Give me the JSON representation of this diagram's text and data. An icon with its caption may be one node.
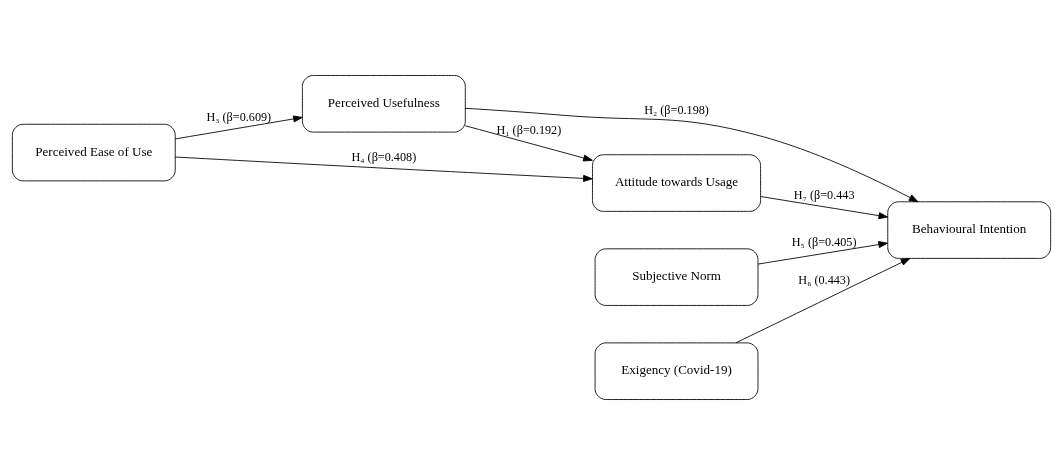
{
  "diagram": {
    "nodes": [
      {
        "text": [
          "Perceived Usefulness"
        ]
      },
      {
        "text": [
          "Behavioural Intention"
        ]
      },
      {
        "text": [
          "Perceived Ease of Use"
        ]
      },
      {
        "text": [
          "Attitude towards Usage"
        ]
      },
      {
        "text": [
          "Subjective Norm"
        ]
      },
      {
        "text": [
          "Exigency (Covid-19)"
        ]
      }
    ],
    "edges": [
      {
        "from": 0,
        "to": 1,
        "arrow": "to",
        "label": "H₂ (β=0.198)"
      },
      {
        "from": 0,
        "to": 3,
        "arrow": "to",
        "label": "H₁ (β=0.192)"
      },
      {
        "from": 2,
        "to": 0,
        "arrow": "to",
        "label": "H₃ (β=0.609)"
      },
      {
        "from": 2,
        "to": 3,
        "arrow": "to",
        "label": "H₄ (β=0.408)"
      },
      {
        "from": 3,
        "to": 1,
        "arrow": "to",
        "label": "H₇ (β=0.443"
      },
      {
        "from": 4,
        "to": 1,
        "arrow": "to",
        "label": "H₅ (β=0.405)"
      },
      {
        "from": 5,
        "to": 1,
        "arrow": "to",
        "label": "H₆ (0.443)"
      }
    ]
  }
}
